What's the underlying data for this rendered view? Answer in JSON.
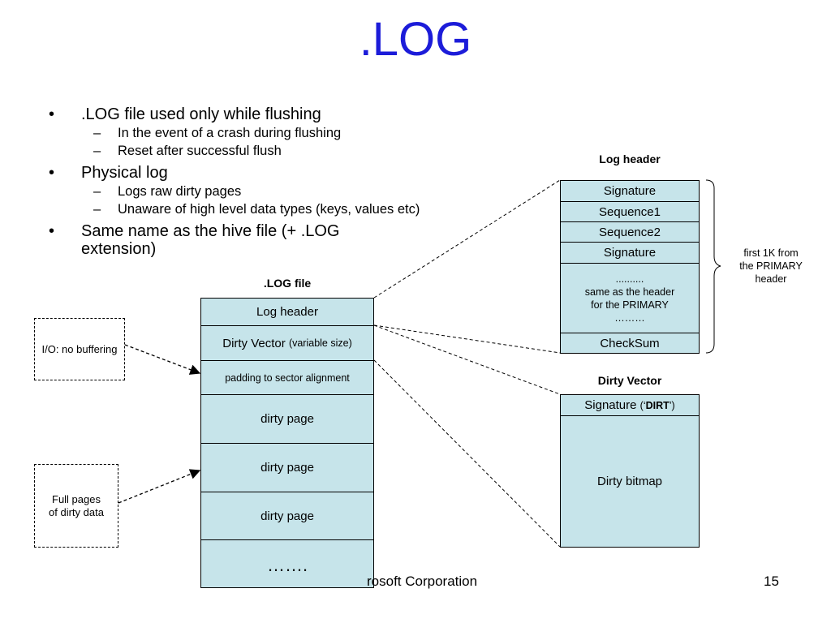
{
  "title": ".LOG",
  "bullets": [
    {
      "text": ".LOG file used only while flushing",
      "sub": [
        "In the event of a crash during flushing",
        "Reset after successful flush"
      ]
    },
    {
      "text": "Physical log",
      "sub": [
        "Logs raw dirty pages",
        "Unaware of high level data types (keys, values etc)"
      ]
    },
    {
      "text": "Same name as the hive file (+ .LOG extension)",
      "sub": []
    }
  ],
  "log_file": {
    "label": ".LOG file",
    "rows": {
      "log_header": "Log header",
      "dirty_vector": "Dirty Vector",
      "dirty_vector_note": "(variable size)",
      "padding": "padding to sector alignment",
      "page1": "dirty page",
      "page2": "dirty page",
      "page3": "dirty page",
      "more": "……."
    }
  },
  "notes": {
    "io": "I/O: no buffering",
    "full_pages": "Full pages\nof dirty data"
  },
  "log_header": {
    "label": "Log header",
    "rows": {
      "signature1": "Signature",
      "sequence1": "Sequence1",
      "sequence2": "Sequence2",
      "signature2": "Signature",
      "body": "..........\nsame as the header\nfor the PRIMARY\n………",
      "checksum": "CheckSum"
    },
    "brace_note": "first 1K from\nthe PRIMARY\nheader"
  },
  "dirty_vector": {
    "label": "Dirty Vector",
    "signature": "Signature",
    "signature_open": "(‘",
    "signature_value": "DIRT",
    "signature_close": "’)",
    "bitmap": "Dirty bitmap"
  },
  "footer": {
    "company": "rosoft Corporation",
    "page": "15"
  },
  "colors": {
    "title": "#1c1cd9",
    "box_fill": "#c6e4ea"
  }
}
